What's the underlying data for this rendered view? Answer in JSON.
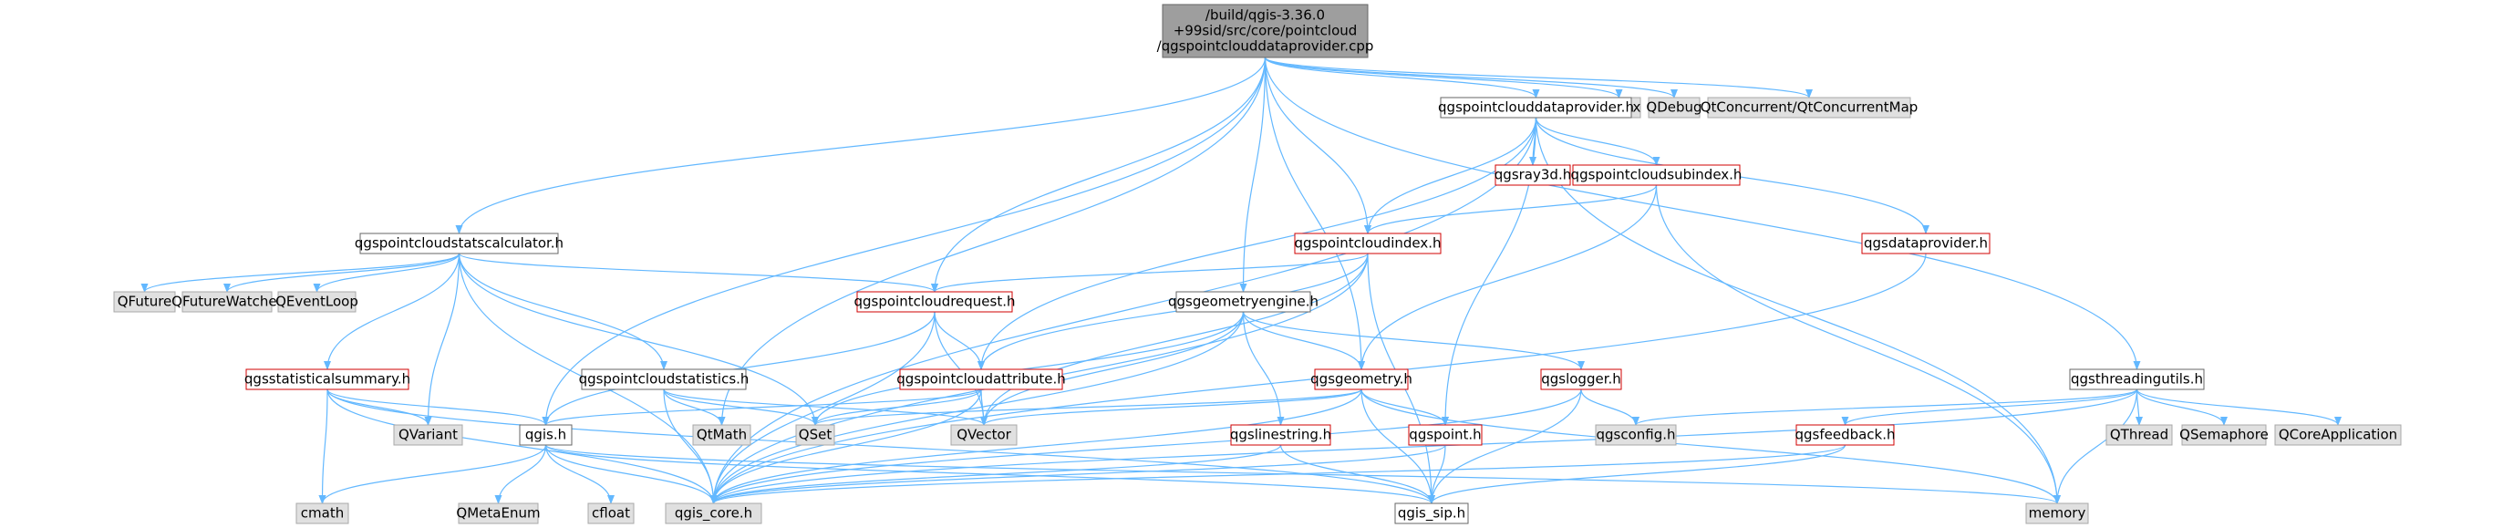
{
  "diagram": {
    "type": "include-dependency-graph",
    "colors": {
      "edge": "#63b8ff",
      "focus_fill": "#9e9e9e",
      "red_border": "#d00000",
      "system_fill": "#e0e0e0",
      "border": "#666666"
    },
    "nodes": [
      {
        "id": "root",
        "style": "focus",
        "lines": [
          "/build/qgis-3.36.0",
          "+99sid/src/core/pointcloud",
          "/qgspointclouddataprovider.cpp"
        ]
      },
      {
        "id": "mutex",
        "style": "sys",
        "lines": [
          "mutex"
        ]
      },
      {
        "id": "qdebug",
        "style": "sys",
        "lines": [
          "QDebug"
        ]
      },
      {
        "id": "qtconcurrentmap",
        "style": "sys",
        "lines": [
          "QtConcurrent/QtConcurrentMap"
        ]
      },
      {
        "id": "qgspointclouddataprovider_h",
        "style": "local",
        "lines": [
          "qgspointclouddataprovider.h"
        ]
      },
      {
        "id": "qgsray3d_h",
        "style": "red",
        "lines": [
          "qgsray3d.h"
        ]
      },
      {
        "id": "qgspointcloudsubindex_h",
        "style": "red",
        "lines": [
          "qgspointcloudsubindex.h"
        ]
      },
      {
        "id": "qgspointcloudindex_h",
        "style": "red",
        "lines": [
          "qgspointcloudindex.h"
        ]
      },
      {
        "id": "qgsdataprovider_h",
        "style": "red",
        "lines": [
          "qgsdataprovider.h"
        ]
      },
      {
        "id": "qgspointcloudstatscalculator_h",
        "style": "local",
        "lines": [
          "qgspointcloudstatscalculator.h"
        ]
      },
      {
        "id": "qfuture",
        "style": "sys",
        "lines": [
          "QFuture"
        ]
      },
      {
        "id": "qfuturewatcher",
        "style": "sys",
        "lines": [
          "QFutureWatcher"
        ]
      },
      {
        "id": "qeventloop",
        "style": "sys",
        "lines": [
          "QEventLoop"
        ]
      },
      {
        "id": "qgspointcloudrequest_h",
        "style": "red",
        "lines": [
          "qgspointcloudrequest.h"
        ]
      },
      {
        "id": "qgsgeometryengine_h",
        "style": "local",
        "lines": [
          "qgsgeometryengine.h"
        ]
      },
      {
        "id": "qgsstatisticalsummary_h",
        "style": "red",
        "lines": [
          "qgsstatisticalsummary.h"
        ]
      },
      {
        "id": "qgspointcloudstatistics_h",
        "style": "local",
        "lines": [
          "qgspointcloudstatistics.h"
        ]
      },
      {
        "id": "qgspointcloudattribute_h",
        "style": "red",
        "lines": [
          "qgspointcloudattribute.h"
        ]
      },
      {
        "id": "qgsgeometry_h",
        "style": "red",
        "lines": [
          "qgsgeometry.h"
        ]
      },
      {
        "id": "qgslogger_h",
        "style": "red",
        "lines": [
          "qgslogger.h"
        ]
      },
      {
        "id": "qgsthreadingutils_h",
        "style": "local",
        "lines": [
          "qgsthreadingutils.h"
        ]
      },
      {
        "id": "qvariant",
        "style": "sys",
        "lines": [
          "QVariant"
        ]
      },
      {
        "id": "qgis_h",
        "style": "local",
        "lines": [
          "qgis.h"
        ]
      },
      {
        "id": "qtmath",
        "style": "sys",
        "lines": [
          "QtMath"
        ]
      },
      {
        "id": "qset",
        "style": "sys",
        "lines": [
          "QSet"
        ]
      },
      {
        "id": "qvector",
        "style": "sys",
        "lines": [
          "QVector"
        ]
      },
      {
        "id": "qgslinestring_h",
        "style": "red",
        "lines": [
          "qgslinestring.h"
        ]
      },
      {
        "id": "qgspoint_h",
        "style": "red",
        "lines": [
          "qgspoint.h"
        ]
      },
      {
        "id": "qgsconfig_h",
        "style": "sys",
        "lines": [
          "qgsconfig.h"
        ]
      },
      {
        "id": "qgsfeedback_h",
        "style": "red",
        "lines": [
          "qgsfeedback.h"
        ]
      },
      {
        "id": "qthread",
        "style": "sys",
        "lines": [
          "QThread"
        ]
      },
      {
        "id": "qsemaphore",
        "style": "sys",
        "lines": [
          "QSemaphore"
        ]
      },
      {
        "id": "qcoreapplication",
        "style": "sys",
        "lines": [
          "QCoreApplication"
        ]
      },
      {
        "id": "cmath",
        "style": "sys",
        "lines": [
          "cmath"
        ]
      },
      {
        "id": "qmetaenum",
        "style": "sys",
        "lines": [
          "QMetaEnum"
        ]
      },
      {
        "id": "cfloat",
        "style": "sys",
        "lines": [
          "cfloat"
        ]
      },
      {
        "id": "qgis_core_h",
        "style": "sys",
        "lines": [
          "qgis_core.h"
        ]
      },
      {
        "id": "qgis_sip_h",
        "style": "local",
        "lines": [
          "qgis_sip.h"
        ]
      },
      {
        "id": "memory",
        "style": "sys",
        "lines": [
          "memory"
        ]
      }
    ],
    "edges": [
      [
        "root",
        "mutex"
      ],
      [
        "root",
        "qdebug"
      ],
      [
        "root",
        "qtconcurrentmap"
      ],
      [
        "root",
        "qgspointclouddataprovider_h"
      ],
      [
        "root",
        "qgspointcloudstatscalculator_h"
      ],
      [
        "root",
        "qgspointcloudrequest_h"
      ],
      [
        "root",
        "qgsgeometryengine_h"
      ],
      [
        "root",
        "qgspointcloudindex_h"
      ],
      [
        "root",
        "qgsgeometry_h"
      ],
      [
        "root",
        "qgsthreadingutils_h"
      ],
      [
        "root",
        "qgis_h"
      ],
      [
        "root",
        "qtmath"
      ],
      [
        "qgspointclouddataprovider_h",
        "qgsray3d_h"
      ],
      [
        "qgspointclouddataprovider_h",
        "qgspointcloudsubindex_h"
      ],
      [
        "qgspointclouddataprovider_h",
        "qgspointcloudindex_h"
      ],
      [
        "qgspointclouddataprovider_h",
        "qgsdataprovider_h"
      ],
      [
        "qgspointclouddataprovider_h",
        "qgspointcloudattribute_h"
      ],
      [
        "qgspointclouddataprovider_h",
        "qgis_core_h"
      ],
      [
        "qgspointclouddataprovider_h",
        "memory"
      ],
      [
        "qgspointclouddataprovider_h",
        "qgspoint_h"
      ],
      [
        "qgspointcloudsubindex_h",
        "qgspointcloudindex_h"
      ],
      [
        "qgspointcloudsubindex_h",
        "qgsgeometry_h"
      ],
      [
        "qgspointcloudsubindex_h",
        "memory"
      ],
      [
        "qgsdataprovider_h",
        "qgis_core_h"
      ],
      [
        "qgspointcloudindex_h",
        "qgspointcloudrequest_h"
      ],
      [
        "qgspointcloudindex_h",
        "qgspointcloudattribute_h"
      ],
      [
        "qgspointcloudindex_h",
        "qvector"
      ],
      [
        "qgspointcloudindex_h",
        "qgis_core_h"
      ],
      [
        "qgspointcloudindex_h",
        "qgis_sip_h"
      ],
      [
        "qgspointcloudstatscalculator_h",
        "qfuture"
      ],
      [
        "qgspointcloudstatscalculator_h",
        "qfuturewatcher"
      ],
      [
        "qgspointcloudstatscalculator_h",
        "qeventloop"
      ],
      [
        "qgspointcloudstatscalculator_h",
        "qgspointcloudrequest_h"
      ],
      [
        "qgspointcloudstatscalculator_h",
        "qgsstatisticalsummary_h"
      ],
      [
        "qgspointcloudstatscalculator_h",
        "qgspointcloudstatistics_h"
      ],
      [
        "qgspointcloudstatscalculator_h",
        "qvariant"
      ],
      [
        "qgspointcloudstatscalculator_h",
        "qset"
      ],
      [
        "qgspointcloudstatscalculator_h",
        "qgis_core_h"
      ],
      [
        "qgspointcloudrequest_h",
        "qgspointcloudattribute_h"
      ],
      [
        "qgspointcloudrequest_h",
        "qgis_h"
      ],
      [
        "qgspointcloudrequest_h",
        "qvector"
      ],
      [
        "qgspointcloudrequest_h",
        "qgis_core_h"
      ],
      [
        "qgsgeometryengine_h",
        "qgsgeometry_h"
      ],
      [
        "qgsgeometryengine_h",
        "qgslinestring_h"
      ],
      [
        "qgsgeometryengine_h",
        "qgslogger_h"
      ],
      [
        "qgsgeometryengine_h",
        "qvector"
      ],
      [
        "qgsgeometryengine_h",
        "qset"
      ],
      [
        "qgsgeometryengine_h",
        "qgis_core_h"
      ],
      [
        "qgsstatisticalsummary_h",
        "qgis_h"
      ],
      [
        "qgsstatisticalsummary_h",
        "qvariant"
      ],
      [
        "qgsstatisticalsummary_h",
        "cmath"
      ],
      [
        "qgsstatisticalsummary_h",
        "qgis_core_h"
      ],
      [
        "qgsstatisticalsummary_h",
        "qgis_sip_h"
      ],
      [
        "qgspointcloudstatistics_h",
        "qtmath"
      ],
      [
        "qgspointcloudstatistics_h",
        "qset"
      ],
      [
        "qgspointcloudstatistics_h",
        "qvector"
      ],
      [
        "qgspointcloudstatistics_h",
        "qgis_core_h"
      ],
      [
        "qgspointcloudattribute_h",
        "qgis_h"
      ],
      [
        "qgspointcloudattribute_h",
        "qset"
      ],
      [
        "qgspointcloudattribute_h",
        "qvector"
      ],
      [
        "qgspointcloudattribute_h",
        "qgis_core_h"
      ],
      [
        "qgsgeometry_h",
        "qgspoint_h"
      ],
      [
        "qgsgeometry_h",
        "qvector"
      ],
      [
        "qgsgeometry_h",
        "qset"
      ],
      [
        "qgsgeometry_h",
        "qgis_core_h"
      ],
      [
        "qgsgeometry_h",
        "qgis_sip_h"
      ],
      [
        "qgsgeometry_h",
        "memory"
      ],
      [
        "qgslogger_h",
        "qgsconfig_h"
      ],
      [
        "qgslogger_h",
        "qgis_core_h"
      ],
      [
        "qgslogger_h",
        "qgis_sip_h"
      ],
      [
        "qgsthreadingutils_h",
        "qgsfeedback_h"
      ],
      [
        "qgsthreadingutils_h",
        "qthread"
      ],
      [
        "qgsthreadingutils_h",
        "qsemaphore"
      ],
      [
        "qgsthreadingutils_h",
        "qcoreapplication"
      ],
      [
        "qgsthreadingutils_h",
        "qgsconfig_h"
      ],
      [
        "qgsthreadingutils_h",
        "memory"
      ],
      [
        "qgsthreadingutils_h",
        "qgis_core_h"
      ],
      [
        "qgis_h",
        "qmetaenum"
      ],
      [
        "qgis_h",
        "cfloat"
      ],
      [
        "qgis_h",
        "cmath"
      ],
      [
        "qgis_h",
        "qgis_core_h"
      ],
      [
        "qgis_h",
        "qgis_sip_h"
      ],
      [
        "qgis_h",
        "memory"
      ],
      [
        "qgslinestring_h",
        "qgis_core_h"
      ],
      [
        "qgslinestring_h",
        "qgis_sip_h"
      ],
      [
        "qgspoint_h",
        "qgis_core_h"
      ],
      [
        "qgspoint_h",
        "qgis_sip_h"
      ],
      [
        "qgsfeedback_h",
        "qgis_core_h"
      ],
      [
        "qgsfeedback_h",
        "qgis_sip_h"
      ]
    ]
  }
}
